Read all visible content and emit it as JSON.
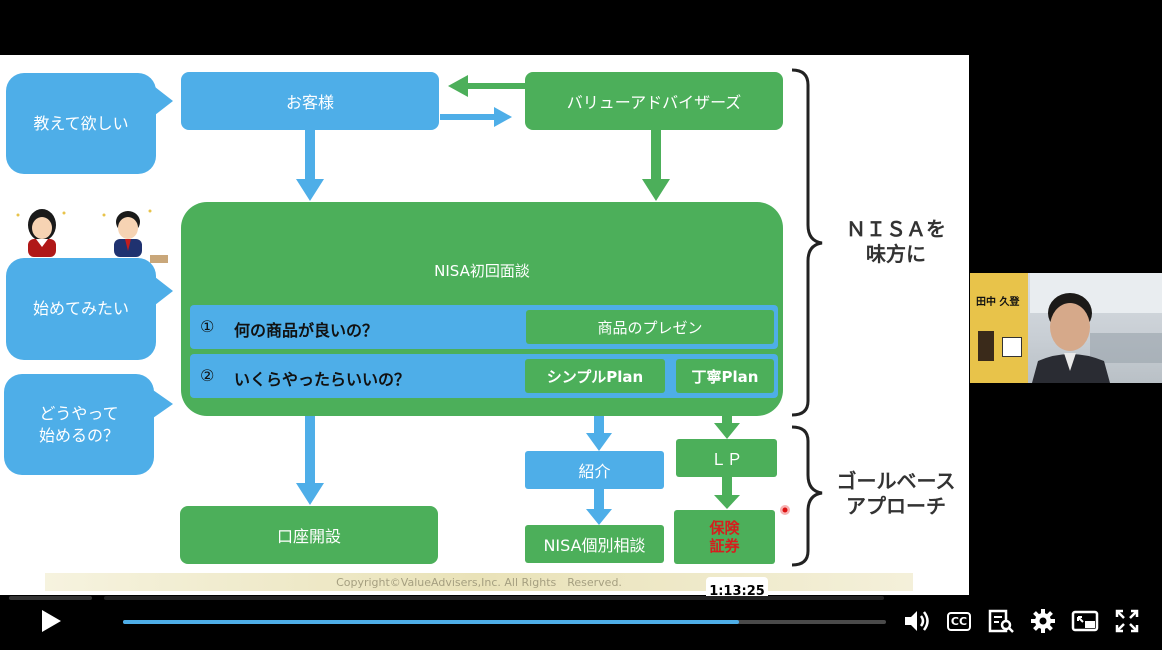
{
  "slide": {
    "bubbles": [
      "教えて欲しい",
      "始めてみたい",
      "どうやって\n始めるの？"
    ],
    "customer": "お客様",
    "advisor": "バリューアドバイザーズ",
    "consultation": "NISA初回面談",
    "row1": {
      "num": "①",
      "question": "何の商品が良いの？",
      "action": "商品のプレゼン"
    },
    "row2": {
      "num": "②",
      "question": "いくらやったらいいの？",
      "simple": "シンプルPlan",
      "careful": "丁寧Plan"
    },
    "account": "口座開設",
    "introduce": "紹介",
    "individual": "NISA個別相談",
    "lp": "ＬＰ",
    "insurance": "保険\n証券",
    "right_top": "ＮＩＳＡを\n味方に",
    "right_bottom": "ゴールベース\nアプローチ",
    "copyright": "Copyright©ValueAdvisers,Inc. All Rights　Reserved."
  },
  "webcam": {
    "name_card": "田中 久登"
  },
  "player": {
    "tooltip_time": "1:13:25",
    "progress_percent": 80.7,
    "accent": "#4eaee8"
  }
}
